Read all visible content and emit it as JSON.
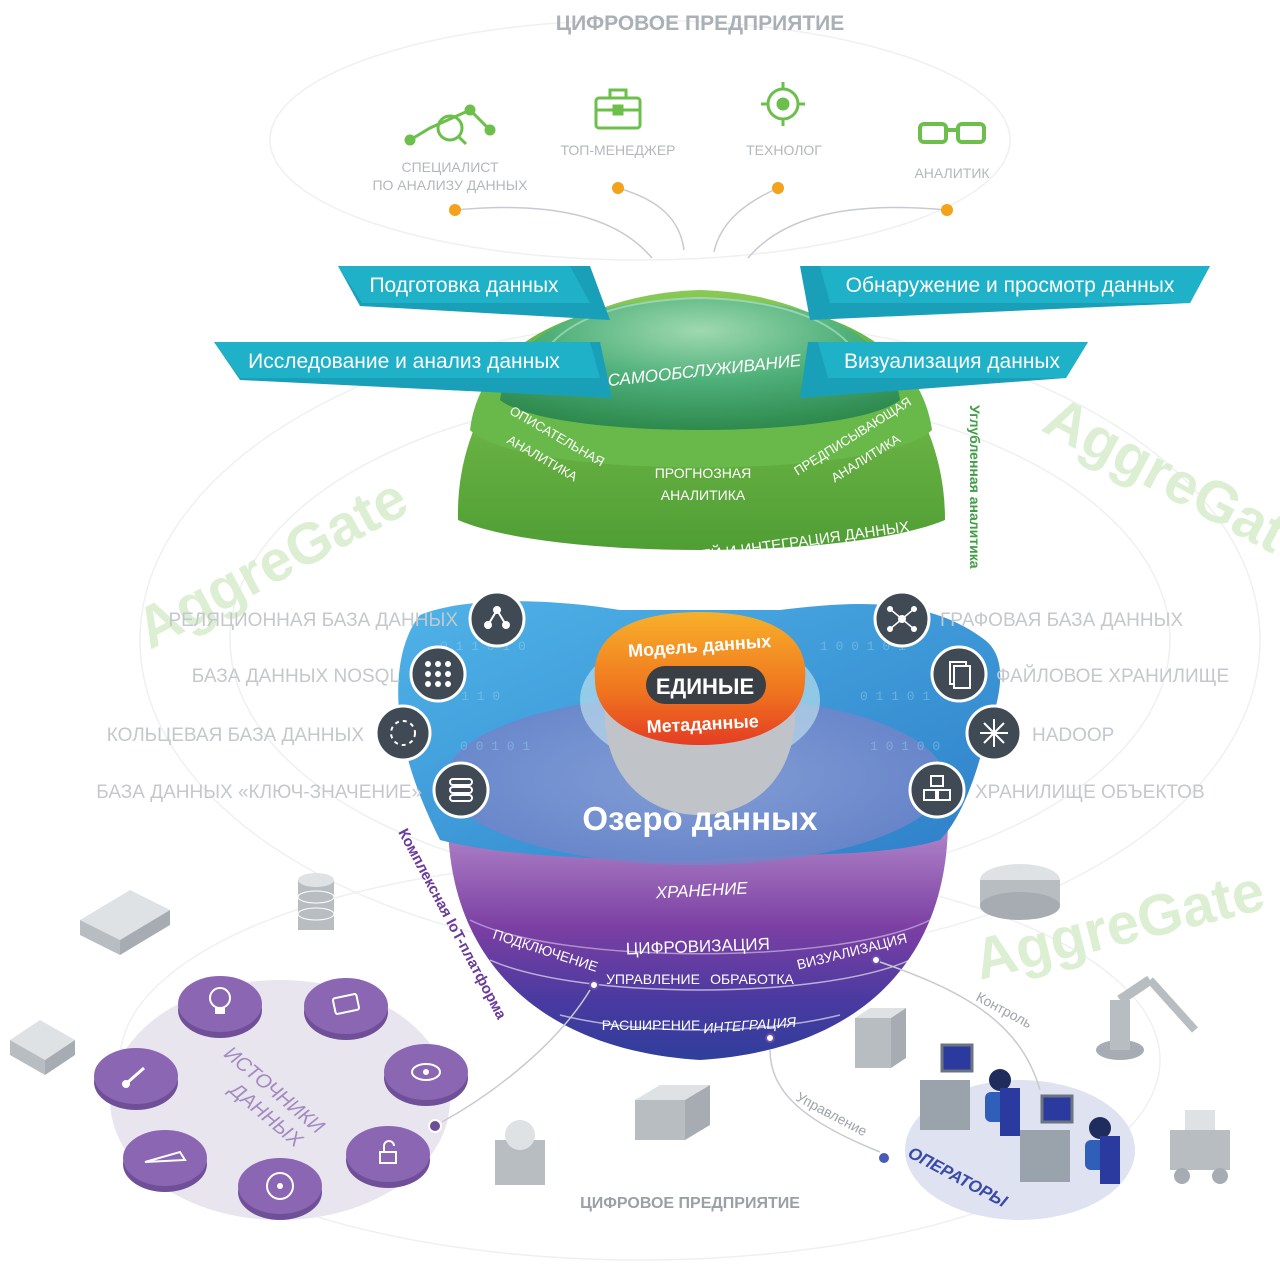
{
  "top_title": "ЦИФРОВОЕ ПРЕДПРИЯТИЕ",
  "bottom_title": "ЦИФРОВОЕ ПРЕДПРИЯТИЕ",
  "roles": {
    "data_scientist_line1": "СПЕЦИАЛИСТ",
    "data_scientist_line2": "ПО АНАЛИЗУ ДАННЫХ",
    "manager": "ТОП-МЕНЕДЖЕР",
    "technologist": "ТЕХНОЛОГ",
    "analyst": "АНАЛИТИК"
  },
  "banners": {
    "prep": "Подготовка данных",
    "research": "Исследование и анализ данных",
    "discovery": "Обнаружение и просмотр данных",
    "visualization": "Визуализация данных"
  },
  "dome": {
    "self_service": "САМООБСЛУЖИВАНИЕ",
    "descriptive_line1": "ОПИСАТЕЛЬНАЯ",
    "descriptive_line2": "АНАЛИТИКА",
    "predictive_line1": "ПРОГНОЗНАЯ",
    "predictive_line2": "АНАЛИТИКА",
    "prescriptive_line1": "ПРЕДПИСЫВАЮЩАЯ",
    "prescriptive_line2": "АНАЛИТИКА",
    "info_mgmt": "УПРАВЛЕНИЕ ИНФОРМАЦИЕЙ И ИНТЕГРАЦИЯ ДАННЫХ",
    "deep_analytics": "Углубленная аналитика"
  },
  "core": {
    "model": "Модель данных",
    "unified": "ЕДИНЫЕ",
    "metadata": "Метаданные"
  },
  "lake": {
    "title": "Озеро данных"
  },
  "storage_left": [
    "РЕЛЯЦИОННАЯ БАЗА ДАННЫХ",
    "БАЗА ДАННЫХ NOSQL",
    "КОЛЬЦЕВАЯ БАЗА ДАННЫХ",
    "БАЗА ДАННЫХ «КЛЮЧ-ЗНАЧЕНИЕ»"
  ],
  "storage_right": [
    "ГРАФОВАЯ БАЗА ДАННЫХ",
    "ФАЙЛОВОЕ ХРАНИЛИЩЕ",
    "HADOOP",
    "ХРАНИЛИЩЕ ОБЪЕКТОВ"
  ],
  "bowl": {
    "storage": "ХРАНЕНИЕ",
    "digitization": "ЦИФРОВИЗАЦИЯ",
    "connection": "ПОДКЛЮЧЕНИЕ",
    "management": "УПРАВЛЕНИЕ",
    "processing": "ОБРАБОТКА",
    "visualization": "ВИЗУАЛИЗАЦИЯ",
    "extension": "РАСШИРЕНИЕ",
    "integration": "ИНТЕГРАЦИЯ",
    "iot_platform": "Комплексная IoT-платформа"
  },
  "sources": {
    "line1": "ИСТОЧНИКИ",
    "line2": "ДАННЫХ"
  },
  "operators": {
    "label": "ОПЕРАТОРЫ",
    "control": "Контроль",
    "management": "Управление"
  },
  "watermark": "AggreGate",
  "colors": {
    "green_dark": "#3f9e45",
    "green_light": "#7cc35b",
    "teal": "#1aa9bf",
    "blue_lake": "#3fa3dc",
    "purple": "#7b3aa0",
    "navy": "#32419e",
    "orange": "#f39a1f",
    "red": "#e8452a",
    "violet_disc": "#8b64b0",
    "grey_text": "#b8bcc0"
  }
}
